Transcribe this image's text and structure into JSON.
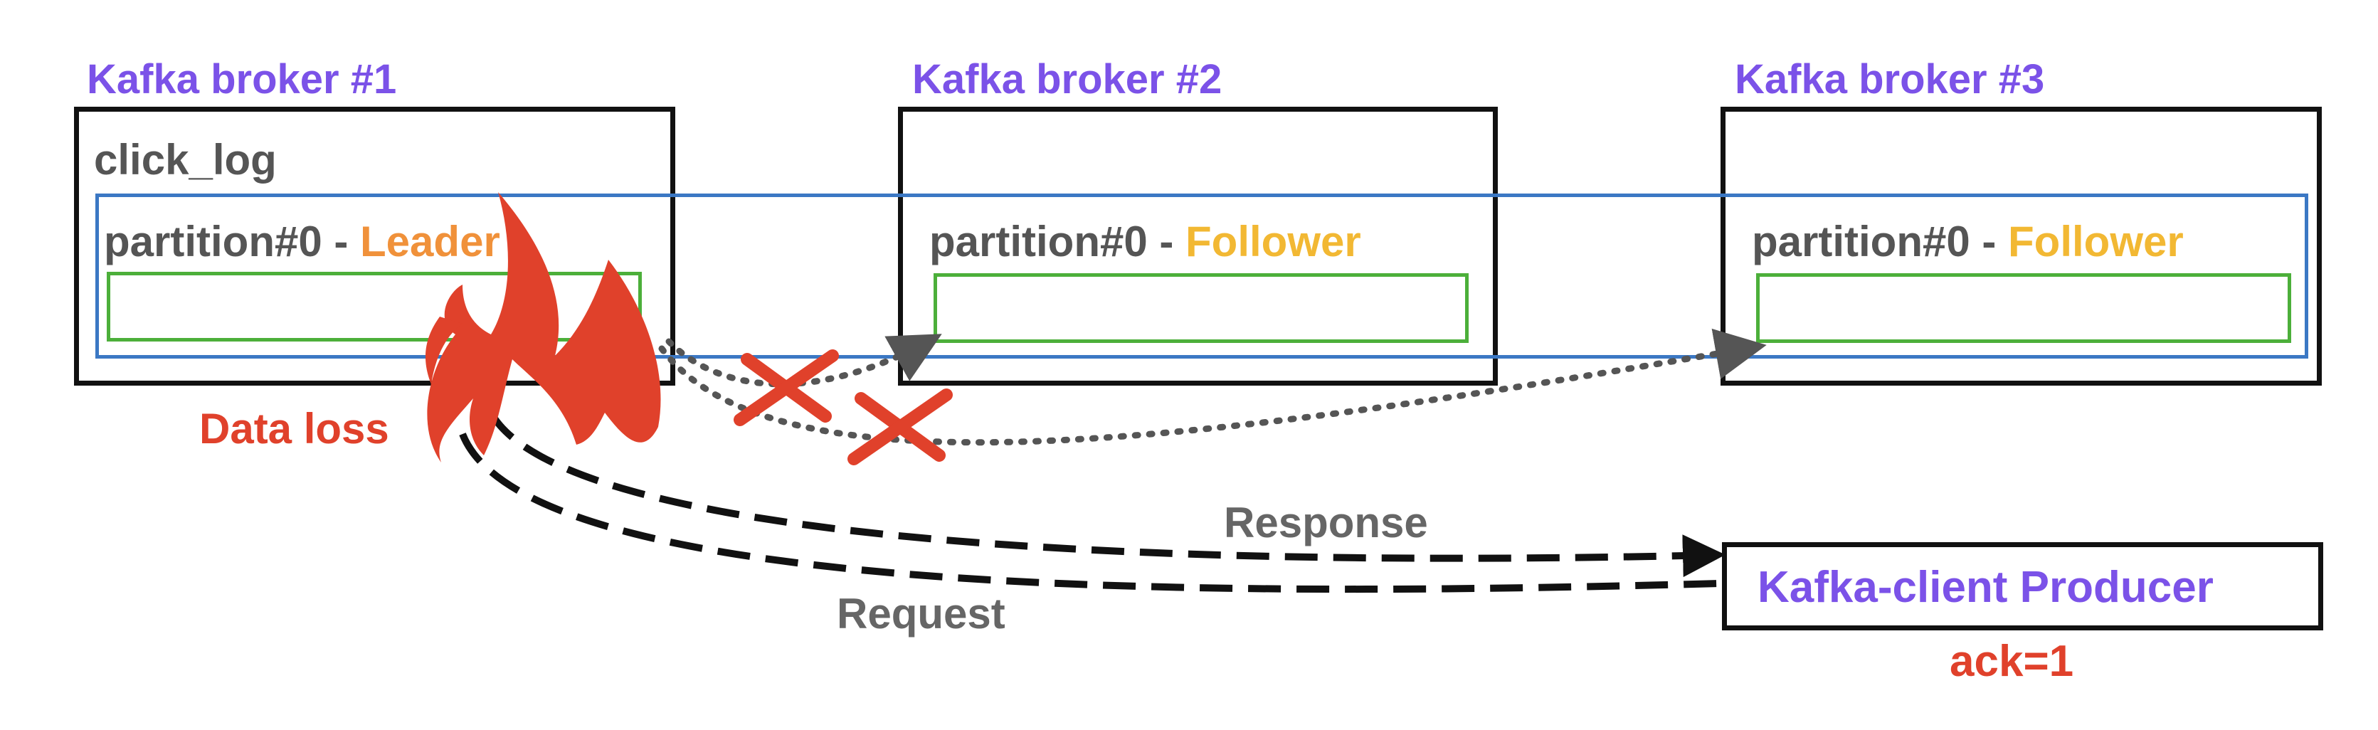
{
  "brokers": [
    {
      "title": "Kafka broker #1",
      "topic": "click_log",
      "partition_label": "partition#0 - ",
      "role": "Leader"
    },
    {
      "title": "Kafka broker #2",
      "partition_label": "partition#0 - ",
      "role": "Follower"
    },
    {
      "title": "Kafka broker #3",
      "partition_label": "partition#0 - ",
      "role": "Follower"
    }
  ],
  "failure": {
    "label": "Data loss",
    "icon": "fire-icon",
    "failed_replication_icon": "red-x-icon"
  },
  "arrows": {
    "response": "Response",
    "request": "Request"
  },
  "producer": {
    "label": "Kafka-client Producer",
    "ack": "ack=1"
  },
  "colors": {
    "broker_title": "#7B52E8",
    "leader": "#F0913A",
    "follower": "#F2B833",
    "replica_box": "#4CAF3A",
    "isr_box": "#3B78C4",
    "error": "#E0412B",
    "label_gray": "#555555"
  }
}
